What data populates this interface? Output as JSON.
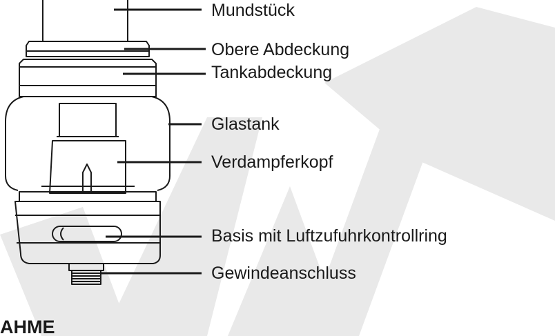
{
  "diagram": {
    "labels": [
      "Mundstück",
      "Obere Abdeckung",
      "Tankabdeckung",
      "Glastank",
      "Verdampferkopf",
      "Basis mit Luftzufuhrkontrollring",
      "Gewindeanschluss"
    ],
    "partial_heading": "AHME"
  },
  "colors": {
    "line": "#1a1a1a",
    "watermark": "#e9e9e9",
    "background": "#ffffff"
  }
}
